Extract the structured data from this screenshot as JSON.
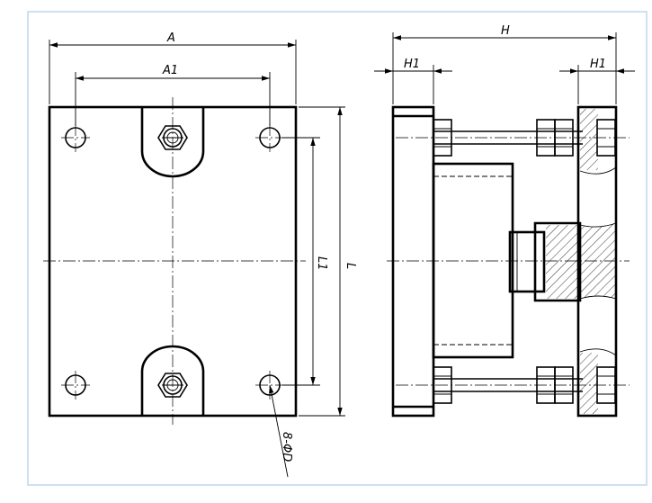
{
  "drawing": {
    "front_view": {
      "dim_width": "A",
      "dim_hole_spacing_x": "A1",
      "dim_hole_spacing_y": "L1",
      "dim_length": "L",
      "hole_callout": "8-ΦD"
    },
    "side_view": {
      "dim_height": "H",
      "dim_plate_left": "H1",
      "dim_plate_right": "H1"
    }
  },
  "colors": {
    "line": "#000000",
    "frame_border": "#cfe0f5",
    "background": "#ffffff"
  }
}
